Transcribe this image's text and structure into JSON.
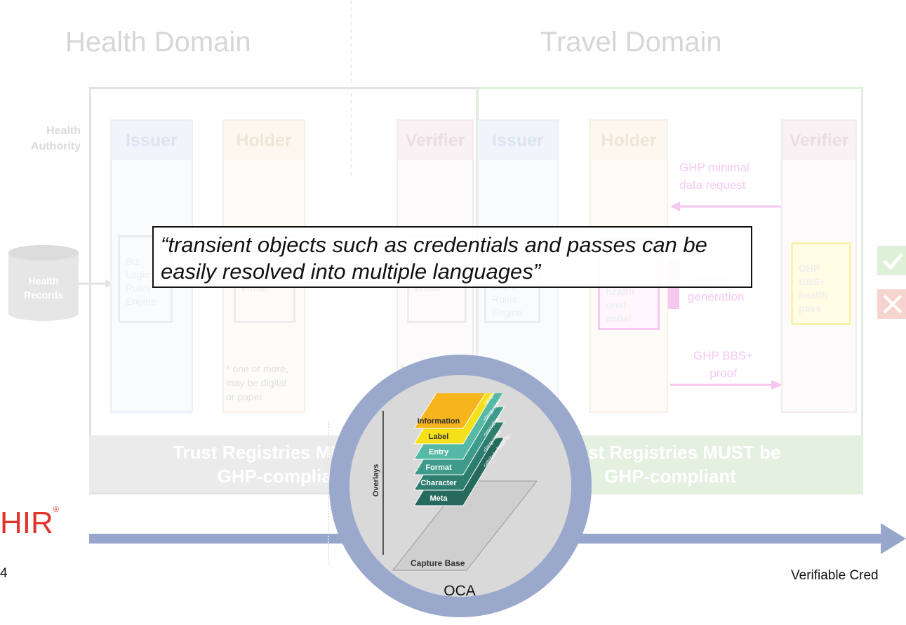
{
  "domains": {
    "health": "Health Domain",
    "travel": "Travel Domain"
  },
  "health_authority": "Health\nAuthority",
  "health_records": "Health\nRecords",
  "health": {
    "issuer": "Issuer",
    "holder": "Holder",
    "verifier": "Verifier",
    "engine_text": "Biz\nLogic\nRules\nEngine",
    "holder_doc": "GHP\ncred-\nential*",
    "verifier_doc": "GHP\ncred-\nential*",
    "footnote": "* one or more,\nmay be digital\nor paper",
    "verifier_footnote": "*"
  },
  "travel": {
    "issuer": "Issuer",
    "holder": "Holder",
    "verifier": "Verifier",
    "engine_text": "Logic\nRules\nEngine",
    "holder_doc": "GHP\nBBS+\nhealth\ncred-\nential",
    "verifier_doc": "GHP\nBBS+\nhealth\npass",
    "request_note": "GHP minimal\ndata request",
    "dynamic_note": "Dynamic\ngeneration",
    "proof_note": "GHP BBS+\nproof"
  },
  "trust_bar_left": "Trust Registries MUST be\nGHP-compliant",
  "trust_bar_right": "Trust Registries MUST be\nGHP-compliant",
  "quote": "“transient objects such as credentials and passes can be easily resolved into multiple languages”",
  "fhir_logo": "HIR",
  "fhir_mark": "®",
  "axis": {
    "left_label": "4",
    "right_label": "Verifiable Cred"
  },
  "oca": {
    "label": "OCA",
    "overlays_label": "Overlays",
    "capture_base": "Capture Base",
    "layers": [
      {
        "name": "Information",
        "color": "#f7b51d",
        "tag": "<language>"
      },
      {
        "name": "Label",
        "color": "#f4e119",
        "tag": "<language>"
      },
      {
        "name": "Entry",
        "color": "#56b9a6",
        "tag": "<language>"
      },
      {
        "name": "Format",
        "color": "#3e9b8b",
        "tag": "<encoding>"
      },
      {
        "name": "Character",
        "color": "#2e7e70",
        "tag": "<language>"
      },
      {
        "name": "Meta",
        "color": "#266a5e",
        "tag": "<attribute flagging>"
      }
    ]
  },
  "colors": {
    "axis": "#97a7cb",
    "circle_ring": "#9aa8cc",
    "fhir_red": "#e0342b",
    "verified_green": "#5cb85c",
    "rejected_red": "#d9534f"
  }
}
